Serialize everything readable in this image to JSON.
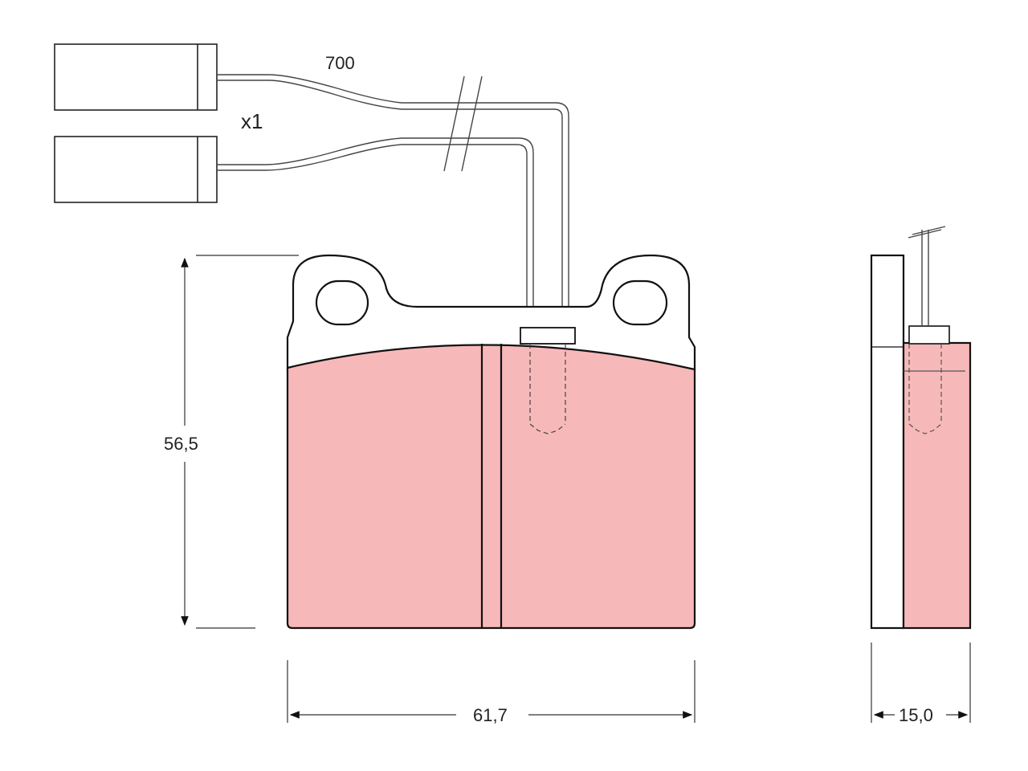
{
  "labels": {
    "wire_length": "700",
    "quantity": "x1",
    "height": "56,5",
    "width": "61,7",
    "thickness": "15,0"
  },
  "colors": {
    "friction_material": "#f7b8b9",
    "line": "#111111",
    "dim_line": "#333333",
    "background": "#ffffff"
  }
}
